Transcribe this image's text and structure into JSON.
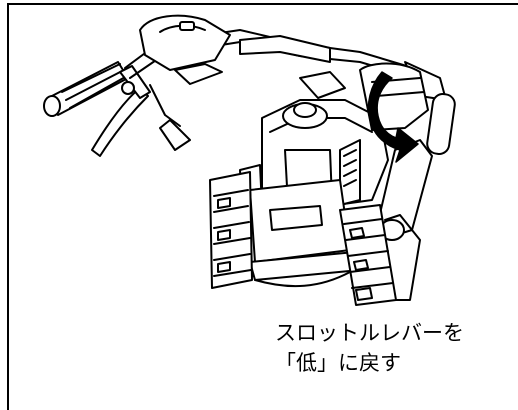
{
  "caption": {
    "line1": "スロットルレバーを",
    "line2": "「低」に戻す"
  },
  "illustration": {
    "subject": "snow-blower-illustration",
    "arrow_icon": "curved-arrow-icon"
  }
}
